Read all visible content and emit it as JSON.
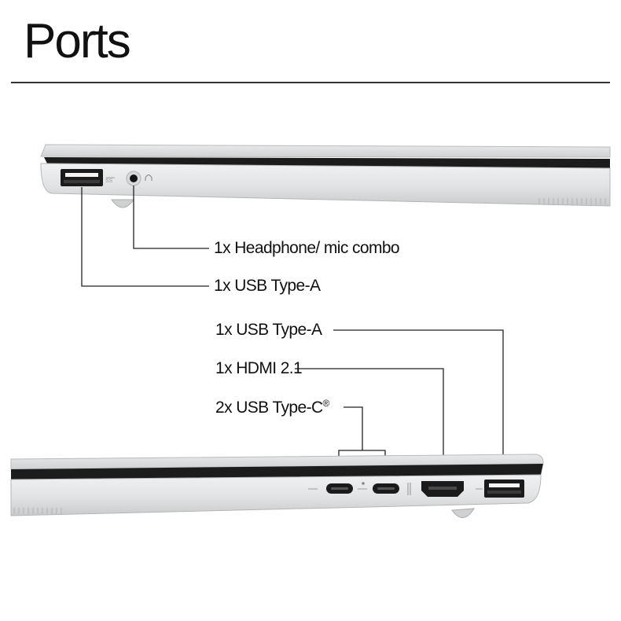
{
  "page": {
    "title": "Ports"
  },
  "left_side": {
    "ports": [
      {
        "label": "1x Headphone/ mic combo"
      },
      {
        "label": "1x USB Type-A"
      }
    ]
  },
  "right_side": {
    "ports": [
      {
        "label": "1x USB Type-A"
      },
      {
        "label": "1x HDMI 2.1"
      },
      {
        "label": "2x USB Type-C",
        "mark": "®"
      }
    ]
  },
  "icons": [
    "usb-superspeed-icon",
    "headphone-icon",
    "usb-c-power-icon",
    "hdmi-logo-icon",
    "laptop-left-side-illustration",
    "laptop-right-side-illustration"
  ],
  "colors": {
    "background": "#ffffff",
    "text": "#111111",
    "chassis": "#d9dbdc",
    "port": "#1a1a1a",
    "line": "#222222"
  }
}
